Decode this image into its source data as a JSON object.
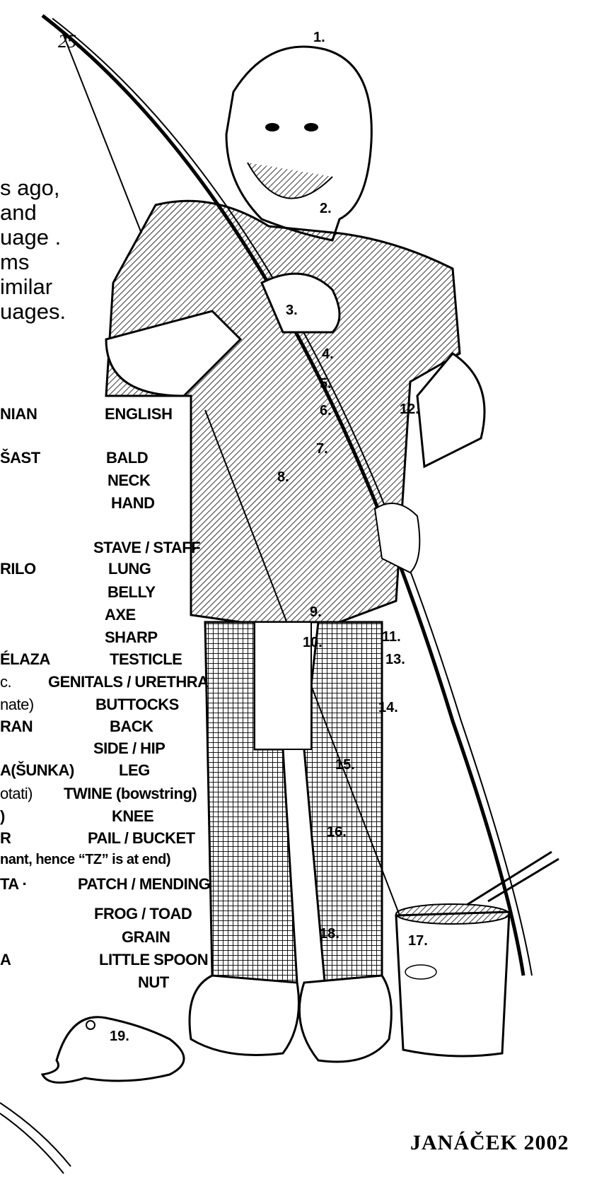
{
  "page_number": "25.",
  "intro_fragments": [
    "s ago,",
    "and",
    "uage .",
    "ms",
    "imilar",
    "uages."
  ],
  "headers": {
    "left": "NIAN",
    "right": "ENGLISH"
  },
  "left_column": [
    "ŠAST",
    "RILO",
    "ÉLAZA",
    "c.",
    "nate)",
    "RAN",
    "A(ŠUNKA)",
    "otati)",
    ")",
    "R",
    "nant, hence “TZ” is at end)",
    "TA ·",
    "A"
  ],
  "english_words": [
    "BALD",
    "NECK",
    "HAND",
    "STAVE / STAFF",
    "LUNG",
    "BELLY",
    "AXE",
    "SHARP",
    "TESTICLE",
    "GENITALS / URETHRA",
    "BUTTOCKS",
    "BACK",
    "SIDE / HIP",
    "LEG",
    "TWINE (bowstring)",
    "KNEE",
    "PAIL / BUCKET",
    "PATCH / MENDING",
    "FROG / TOAD",
    "GRAIN",
    "LITTLE SPOON",
    "NUT"
  ],
  "figure_numbers": [
    "1.",
    "2.",
    "3.",
    "4.",
    "5.",
    "6.",
    "7.",
    "8.",
    "9.",
    "10.",
    "11.",
    "12.",
    "13.",
    "14.",
    "15.",
    "16.",
    "17.",
    "18.",
    "19."
  ],
  "signature": "JANÁČEK 2002"
}
